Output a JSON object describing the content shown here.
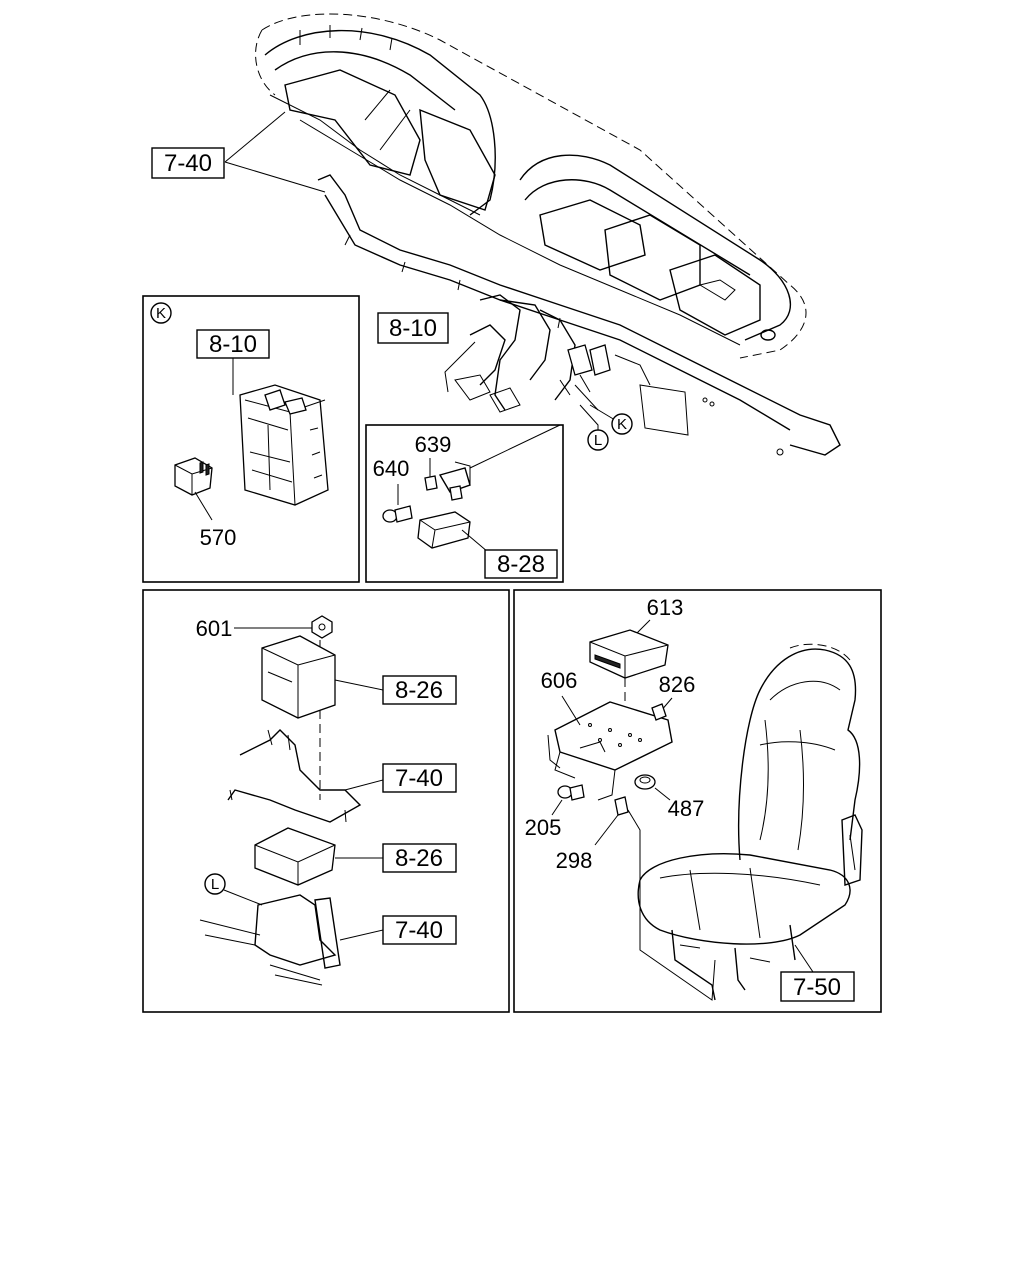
{
  "refs": {
    "dash_top": "7-40",
    "dash_connector": "8-10",
    "panel_k_title": "8-10",
    "panel_l_bracket": "8-28",
    "module_upper": "8-26",
    "bracket_upper": "7-40",
    "module_lower": "8-26",
    "bracket_lower": "7-40",
    "seat": "7-50"
  },
  "callouts": {
    "k_main": "K",
    "l_main": "L",
    "k_panel": "K",
    "l_panel": "L"
  },
  "parts": {
    "p570": "570",
    "p639": "639",
    "p640": "640",
    "p601": "601",
    "p613": "613",
    "p606": "606",
    "p826": "826",
    "p487": "487",
    "p205": "205",
    "p298": "298"
  },
  "icons": [
    "circle-letter-callout",
    "relay-block",
    "seat",
    "bracket",
    "control-module"
  ]
}
